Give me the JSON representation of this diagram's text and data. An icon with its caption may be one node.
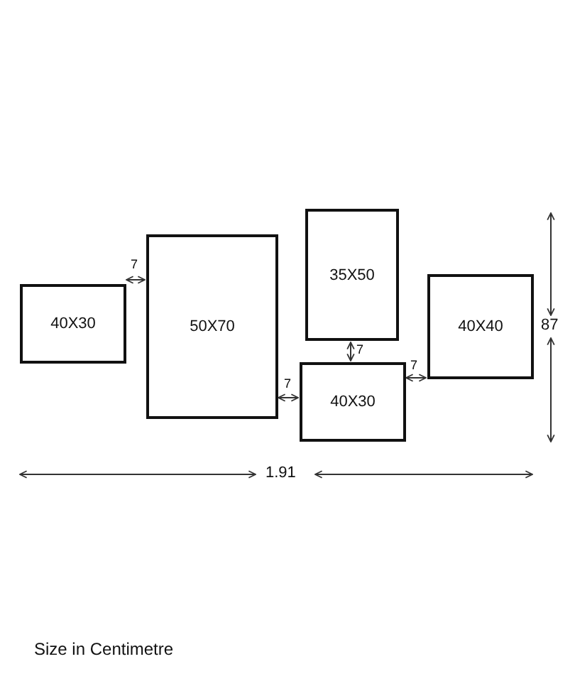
{
  "diagram": {
    "nodes": [
      {
        "text": [
          "40X30"
        ]
      },
      {
        "text": [
          "50X70"
        ]
      },
      {
        "text": [
          "35X50"
        ]
      },
      {
        "text": [
          "40X30"
        ]
      },
      {
        "text": [
          "40X40"
        ]
      }
    ],
    "labels": [
      "7",
      "87",
      "7",
      "7",
      "7",
      "1.91",
      "Size in Centimetre"
    ]
  }
}
